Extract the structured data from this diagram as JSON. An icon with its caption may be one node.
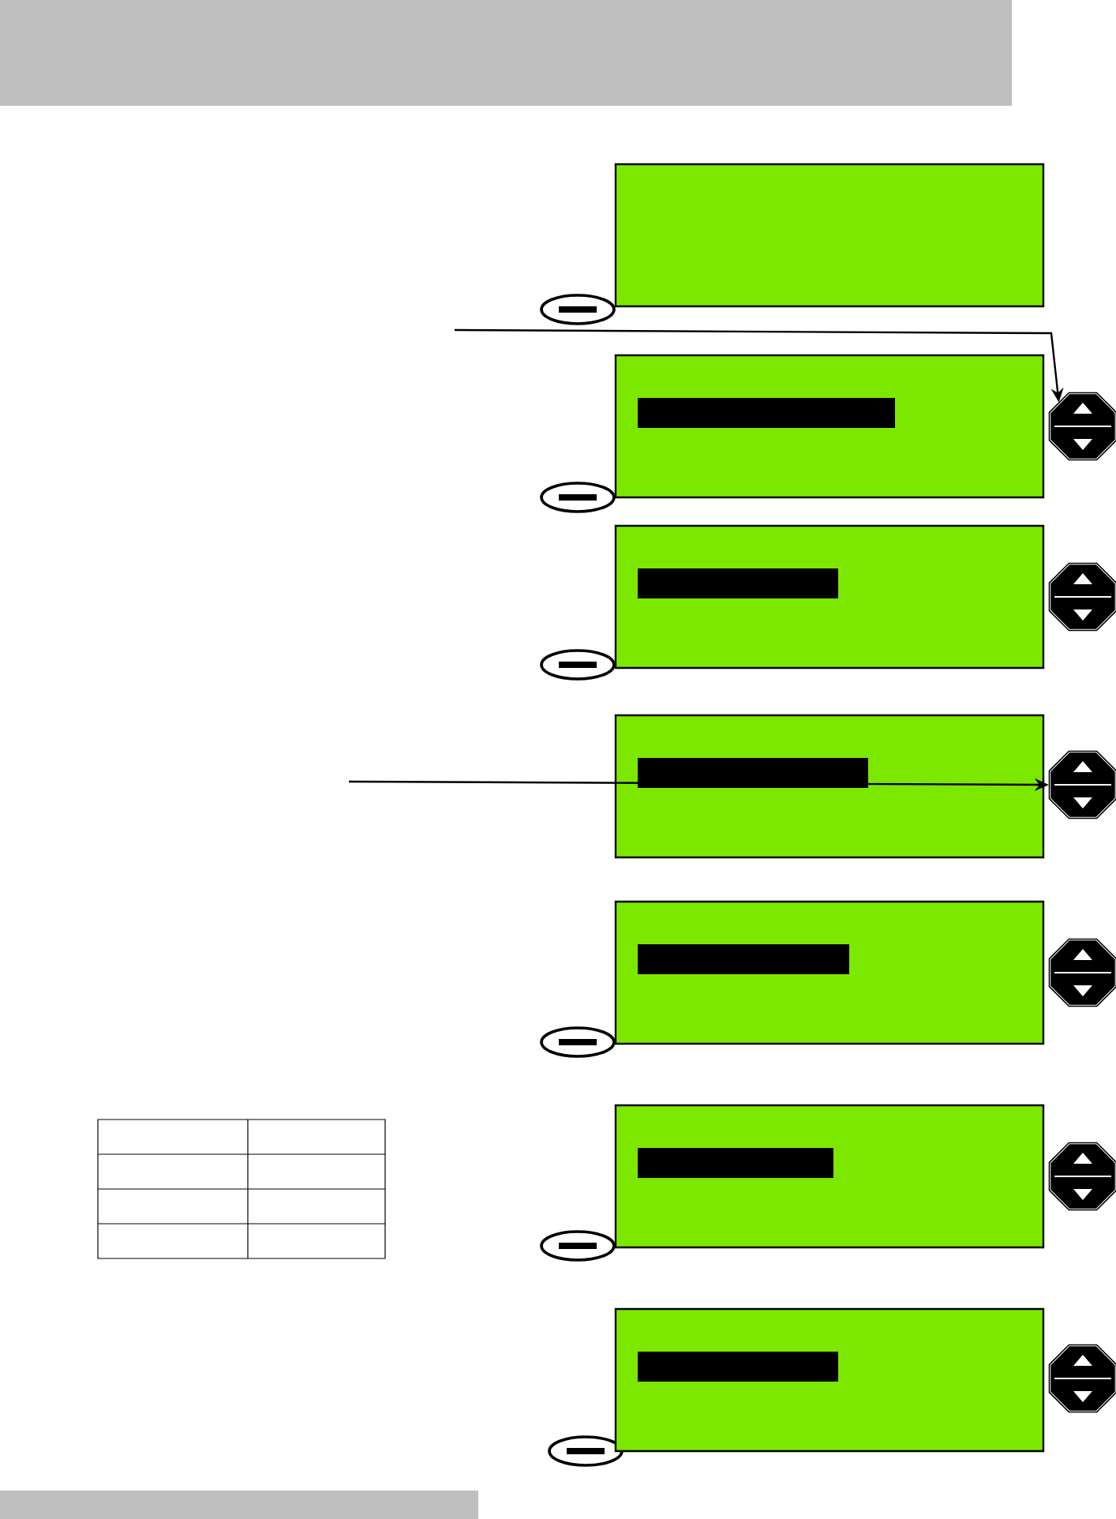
{
  "diagram": {
    "nodes": [
      {
        "text": [],
        "shape": "box"
      },
      {
        "text": [],
        "shape": "box"
      },
      {
        "text": [],
        "shape": "box"
      },
      {
        "text": [],
        "shape": "box"
      },
      {
        "text": [],
        "shape": "box"
      },
      {
        "text": [],
        "shape": "box"
      },
      {
        "text": [],
        "shape": "box"
      },
      {
        "text": [],
        "shape": "button"
      },
      {
        "text": [],
        "shape": "button"
      },
      {
        "text": [],
        "shape": "button"
      },
      {
        "text": [],
        "shape": "button"
      },
      {
        "text": [],
        "shape": "button"
      },
      {
        "text": [],
        "shape": "button"
      }
    ],
    "edges": [
      {
        "from": null,
        "to": 7,
        "arrow": "to"
      },
      {
        "from": null,
        "to": 9,
        "arrow": "to"
      }
    ]
  }
}
